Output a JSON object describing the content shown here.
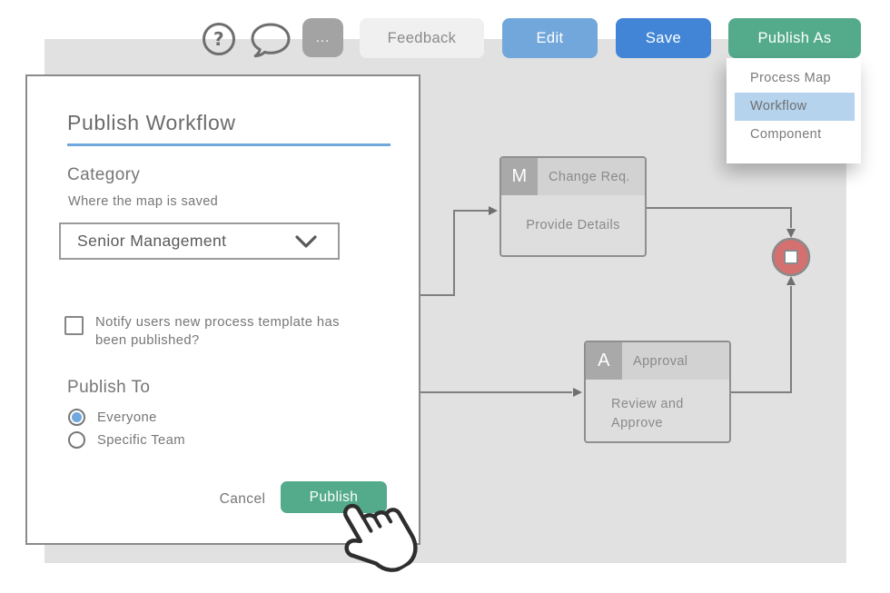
{
  "toolbar": {
    "more_label": "...",
    "feedback_label": "Feedback",
    "edit_label": "Edit",
    "save_label": "Save",
    "publish_as_label": "Publish As",
    "help_glyph": "?"
  },
  "publish_as_menu": {
    "items": [
      {
        "label": "Process Map",
        "highlighted": false
      },
      {
        "label": "Workflow",
        "highlighted": true
      },
      {
        "label": "Component",
        "highlighted": false
      }
    ]
  },
  "modal": {
    "title": "Publish Workflow",
    "category": {
      "label": "Category",
      "hint": "Where the map is saved",
      "selected_value": "Senior Management"
    },
    "notify_checkbox": {
      "label": "Notify users new process template has been published?",
      "checked": false
    },
    "publish_to": {
      "label": "Publish To",
      "options": [
        {
          "label": "Everyone",
          "selected": true
        },
        {
          "label": "Specific Team",
          "selected": false
        }
      ]
    },
    "cancel_label": "Cancel",
    "publish_label": "Publish"
  },
  "diagram": {
    "nodes": [
      {
        "badge": "M",
        "title": "Change Req.",
        "body": "Provide Details"
      },
      {
        "badge": "A",
        "title": "Approval",
        "body": "Review and Approve"
      }
    ],
    "end_node": "stop"
  },
  "colors": {
    "canvas_bg": "#e1e1e1",
    "edit_blue": "#72a7db",
    "save_blue": "#4285d6",
    "publish_green": "#54ab8c",
    "feedback_bg": "#f0f0f0",
    "more_gray": "#a3a3a3",
    "menu_highlight": "#b5d3ed",
    "underline_blue": "#6fa8dc",
    "radio_blue": "#6fa8dc",
    "stop_red": "#d57070",
    "line_gray": "#7f7f7f",
    "box_border": "#8f8f8f",
    "box_header_bg": "#d2d2d2",
    "box_badge_bg": "#a9a9a9",
    "box_body_bg": "#dedede",
    "modal_border": "#8a8a8a",
    "text_gray": "#767676"
  }
}
